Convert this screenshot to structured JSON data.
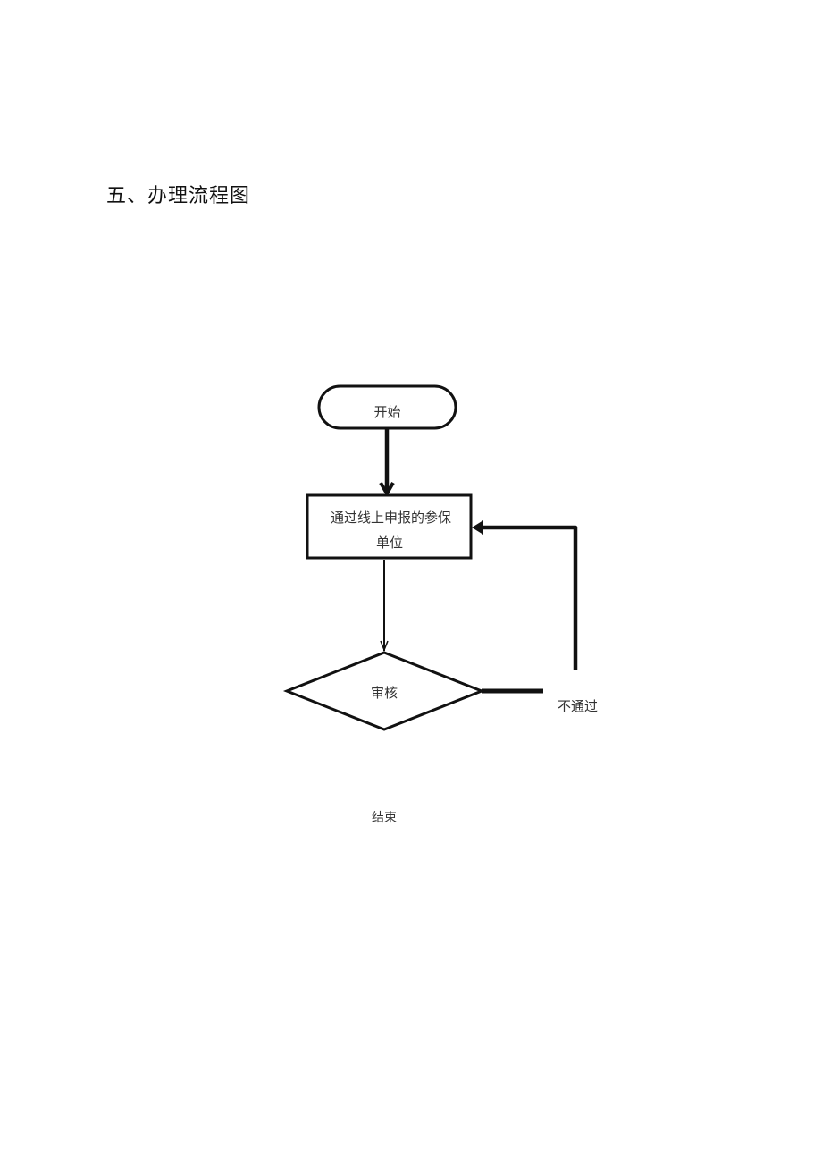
{
  "document": {
    "heading": "五、办理流程图"
  },
  "flowchart": {
    "nodes": {
      "start": {
        "type": "terminator",
        "label": "开始"
      },
      "submit": {
        "type": "process",
        "label_line1": "通过线上申报的参保",
        "label_line2": "单位"
      },
      "review": {
        "type": "decision",
        "label": "审核"
      },
      "end": {
        "type": "text",
        "label": "结束"
      }
    },
    "edges": [
      {
        "from": "start",
        "to": "submit"
      },
      {
        "from": "submit",
        "to": "review"
      },
      {
        "from": "review",
        "to": "submit",
        "label": "不通过"
      }
    ],
    "edge_labels": {
      "reject": "不通过"
    },
    "colors": {
      "stroke": "#111111",
      "text": "#333333",
      "background": "#ffffff"
    }
  }
}
